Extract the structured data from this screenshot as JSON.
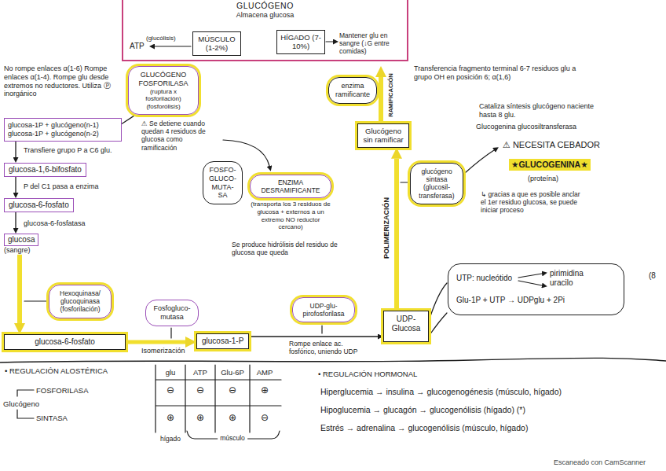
{
  "diagram": {
    "nodes": [
      {
        "text": [
          "GLUCÓGENO",
          "Almacena glucosa"
        ]
      },
      {
        "text": [
          "MÚSCULO (1-2%)"
        ],
        "in": 0
      },
      {
        "text": [
          "HÍGADO (7-10%)"
        ],
        "in": 0
      },
      {
        "text": [
          "GLUCÓGENO FOSFORILASA",
          "(ruptura x fosforilación) (fosforólisis)"
        ]
      },
      {
        "text": [
          "glucosa-1P + glucógeno(n-1) glucosa-1P + glucógeno(n-2)"
        ]
      },
      {
        "text": [
          "glucosa-1,6-bifosfato"
        ]
      },
      {
        "text": [
          "glucosa-6-fosfato"
        ]
      },
      {
        "text": [
          "glucosa",
          "(sangre)"
        ]
      },
      {
        "text": [
          "glucosa-6-fosfato"
        ]
      },
      {
        "text": [
          "glucosa-1-P"
        ]
      },
      {
        "text": [
          "UDP- Glucosa"
        ]
      },
      {
        "text": [
          "Glucógeno sin ramificar"
        ]
      },
      {
        "text": [
          "enzima ramificante"
        ]
      },
      {
        "text": [
          "glucógeno sintasa",
          "(glucosil-transferasa)"
        ]
      },
      {
        "text": [
          "FOSFO- GLUCO- MUTA- SA"
        ]
      },
      {
        "text": [
          "ENZIMA DESRAMIFICANTE",
          "(transporta los 3 residuos de glucosa + externos a un extremo NO reductor cercano)"
        ]
      },
      {
        "text": [
          "Hexoquinasa/ glucoquinasa (fosforilación)"
        ]
      },
      {
        "text": [
          "Fosfogluco- mutasa"
        ]
      },
      {
        "text": [
          "UDP-glu- pirofosforilasa"
        ]
      },
      {
        "text": [
          "UTP: nucleótido",
          "pirimidina",
          "uracilo",
          "Glu-1P + UTP → UDPglu + 2Pi"
        ]
      }
    ],
    "edges": [
      {
        "from": 3,
        "to": 4,
        "arrow": "none"
      },
      {
        "from": 4,
        "to": 5,
        "arrow": "to",
        "label": "Transfiere grupo P a C6 glu."
      },
      {
        "from": 5,
        "to": 6,
        "arrow": "to",
        "label": "P del C1 pasa a enzima"
      },
      {
        "from": 6,
        "to": 7,
        "arrow": "to",
        "label": "glucosa-6-fosfatasa"
      },
      {
        "from": 7,
        "to": 8,
        "arrow": "to"
      },
      {
        "from": 8,
        "to": 9,
        "arrow": "to",
        "label": "Isomerización"
      },
      {
        "from": 9,
        "to": 10,
        "arrow": "to",
        "label": "Rompe enlace ac. fosfórico, uniendo UDP"
      },
      {
        "from": 10,
        "to": 11,
        "arrow": "to",
        "label": "POLIMERIZACIÓN"
      }
    ],
    "labels": [
      "ATP",
      "(glucólisis)",
      "Mantener glu en sangre (↓G entre comidas)",
      "No rompe enlaces α(1-6) Rompe enlaces α(1-4). Rompe glu desde extremos no reductores. Utiliza Ⓟ inorgánico",
      "⚠ Se detiene cuando quedan 4 residuos de glucosa como ramificación",
      "Se produce hidrólisis del residuo de glucosa que queda",
      "RAMIFICACIÓN",
      "Transferencia fragmento terminal 6-7 residuos glu a grupo OH en posición 6; α(1,6)",
      "Cataliza síntesis glucógeno naciente hasta 8 glu.",
      "Glucogenina glucosiltransferasa",
      "⚠ NECESITA CEBADOR",
      "★GLUCOGENINA★",
      "(proteína)",
      "↳ gracias a que es posible anclar el 1er residuo glucosa, se puede iniciar proceso",
      "(8",
      "• REGULACIÓN ALOSTÉRICA",
      "glu",
      "ATP",
      "Glu-6P",
      "AMP",
      "Glucógeno",
      "FOSFORILASA",
      "SINTASA",
      "⊖",
      "⊖",
      "⊖",
      "⊕",
      "⊕",
      "⊕",
      "⊕",
      "⊖",
      "hígado",
      "músculo",
      "• REGULACIÓN HORMONAL",
      "Hiperglucemia → insulina → glucogenogénesis (músculo, hígado)",
      "Hipoglucemia → glucagón → glucogenólisis (hígado) (*)",
      "Estrés → adrenalina → glucogenólisis (músculo, hígado)",
      "Escaneado con CamScanner"
    ]
  }
}
